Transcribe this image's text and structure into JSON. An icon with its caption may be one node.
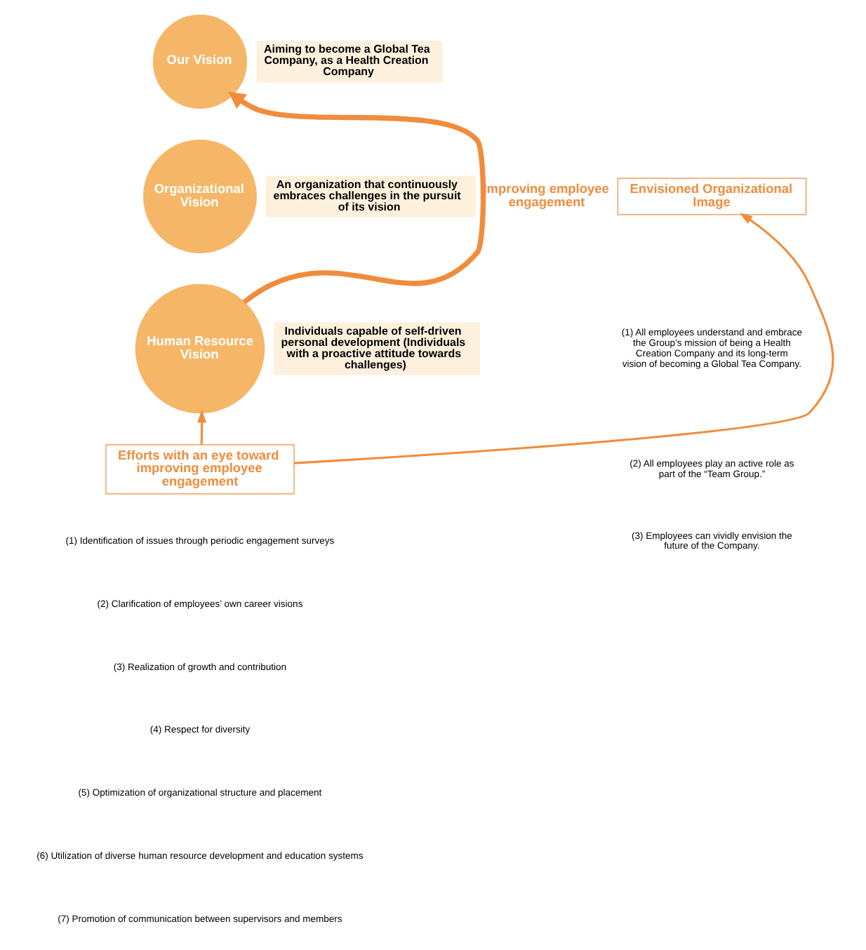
{
  "diagram": {
    "nodes": [
      {
        "text": [
          "Our Vision"
        ],
        "beside": [
          "Aiming to become a Global Tea Company, as a Health Creation Company"
        ]
      },
      {
        "text": [
          "Organizational Vision"
        ],
        "beside": [
          "An organization that continuously embraces challenges in the pursuit of its vision"
        ]
      },
      {
        "text": [
          "Human Resource Vision"
        ],
        "beside": [
          "Individuals capable of self-driven personal development (Individuals with a proactive attitude towards challenges)"
        ]
      },
      {
        "text": [
          "Envisioned Organizational Image"
        ]
      },
      {
        "text": [
          "Efforts with an eye toward improving employee engagement"
        ]
      }
    ],
    "edges": [
      {
        "from": 2,
        "to": 0,
        "arrow": "to",
        "label": "Improving employee engagement",
        "style": "thick"
      },
      {
        "from": 4,
        "to": 3,
        "arrow": "to"
      },
      {
        "from": 4,
        "to": 2,
        "arrow": "to"
      }
    ],
    "labels": [
      "(1) All employees understand and embrace the Group’s mission of being a Health Creation Company and its long-term vision of becoming a Global Tea Company.",
      "(2) All employees play an active role as part of the “Team Group.”",
      "(3) Employees can vividly envision the future of the Company.",
      "(1) Identification of issues through periodic engagement surveys",
      "(2) Clarification of employees’ own career visions",
      "(3) Realization of growth and contribution",
      "(4) Respect for diversity",
      "(5) Optimization of organizational structure and placement",
      "(6) Utilization of diverse human resource development and education systems",
      "(7) Promotion of communication between supervisors and members"
    ]
  }
}
